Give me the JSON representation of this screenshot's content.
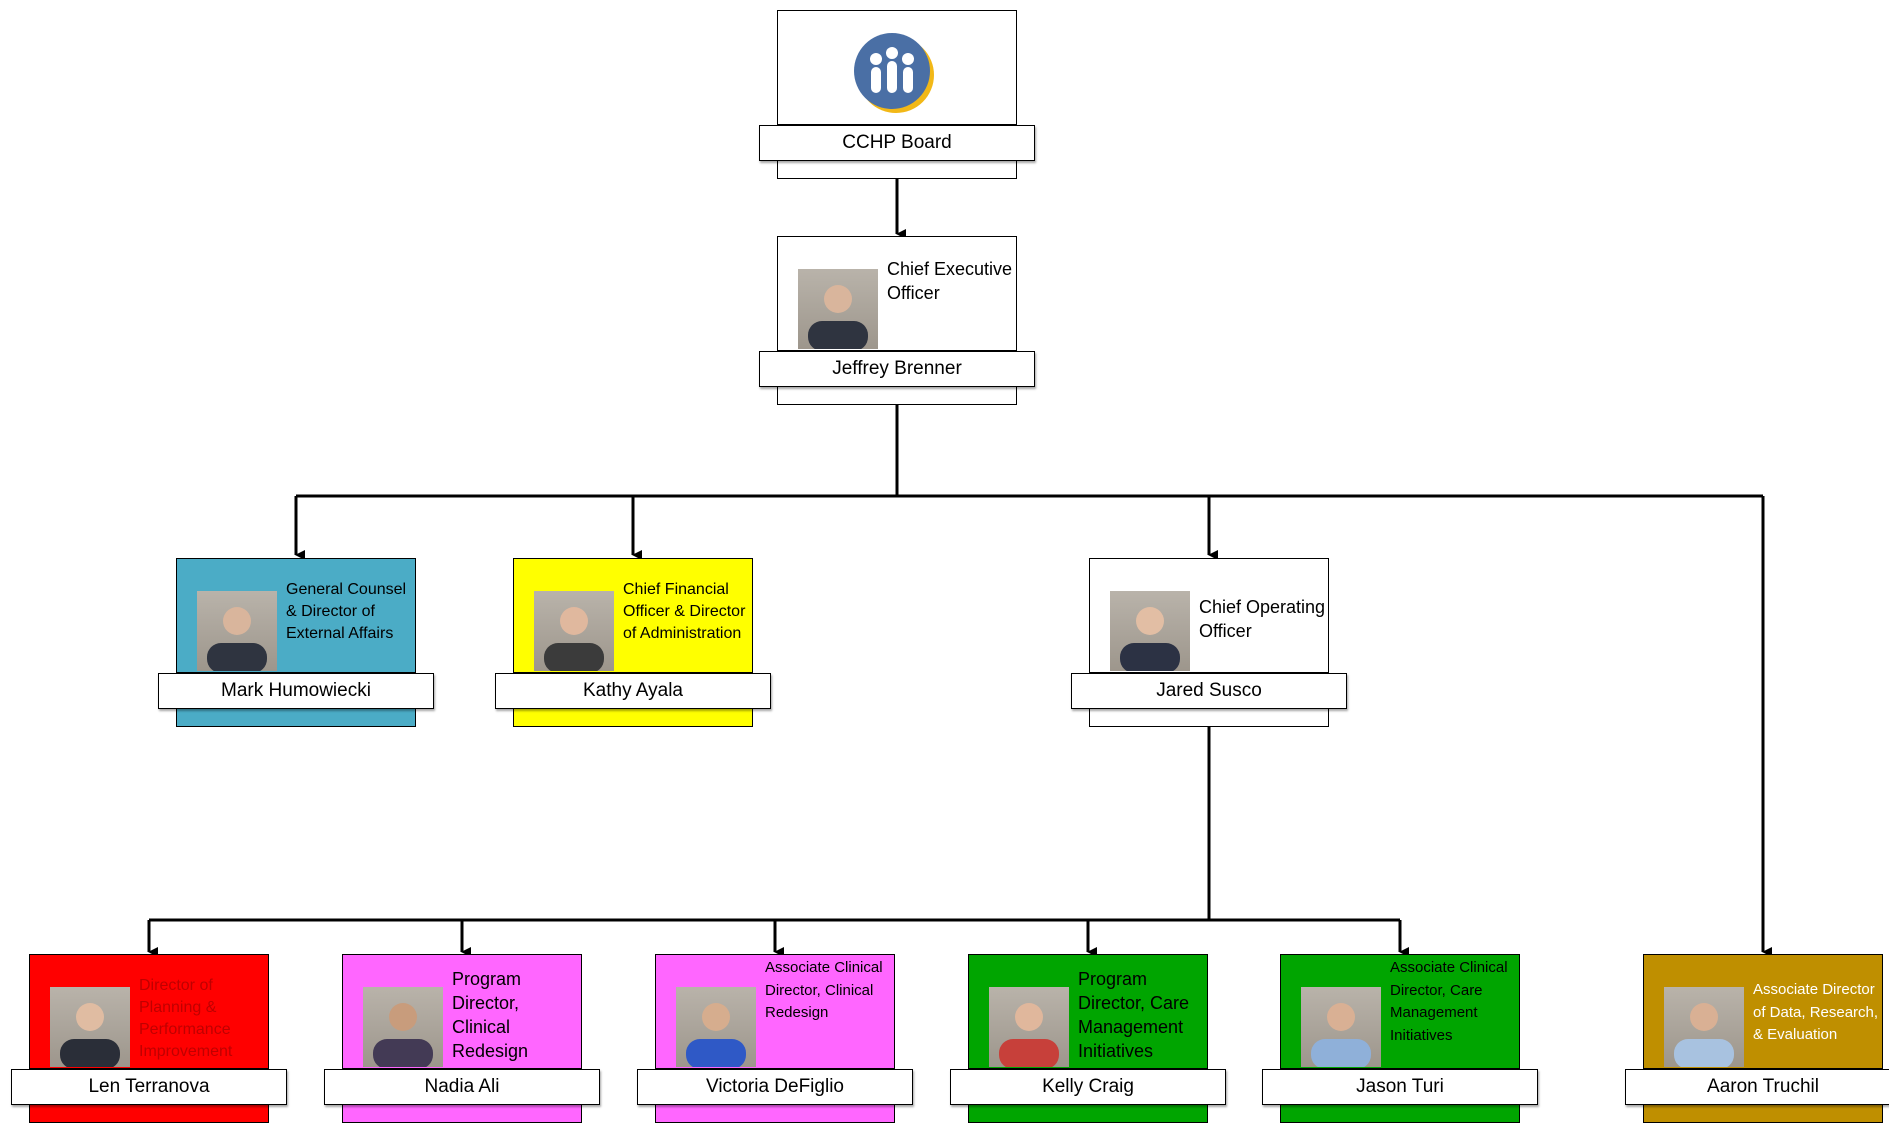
{
  "board": {
    "label": "CCHP Board",
    "logo_icon": "cchp-people-logo-icon",
    "logo_colors": {
      "blue": "#4a6fa5",
      "gold": "#f2b817"
    }
  },
  "ceo": {
    "title": "Chief Executive Officer",
    "name": "Jeffrey Brenner"
  },
  "executives": [
    {
      "title": "General Counsel & Director of External Affairs",
      "name": "Mark Humowiecki",
      "color": "#4bacc6",
      "text_color": "#000000"
    },
    {
      "title": "Chief Financial Officer & Director of Administration",
      "name": "Kathy Ayala",
      "color": "#ffff00",
      "text_color": "#000000"
    },
    {
      "title": "Chief Operating Officer",
      "name": "Jared Susco",
      "color": "#ffffff",
      "text_color": "#000000"
    }
  ],
  "staff": [
    {
      "title": "Director of Planning & Performance Improvement",
      "name": "Len Terranova",
      "color": "#ff0000",
      "text_color": "#ff0000"
    },
    {
      "title": "Program Director, Clinical Redesign",
      "name": "Nadia Ali",
      "color": "#ff66ff",
      "text_color": "#000000"
    },
    {
      "title": "Associate Clinical Director, Clinical Redesign",
      "name": "Victoria DeFiglio",
      "color": "#ff66ff",
      "text_color": "#000000"
    },
    {
      "title": "Program Director, Care Management Initiatives",
      "name": "Kelly Craig",
      "color": "#00a500",
      "text_color": "#000000"
    },
    {
      "title": "Associate Clinical Director, Care Management Initiatives",
      "name": "Jason Turi",
      "color": "#00a500",
      "text_color": "#000000"
    },
    {
      "title": "Associate Director of Data, Research, & Evaluation",
      "name": "Aaron Truchil",
      "color": "#bf8f00",
      "text_color": "#ffffff"
    }
  ]
}
